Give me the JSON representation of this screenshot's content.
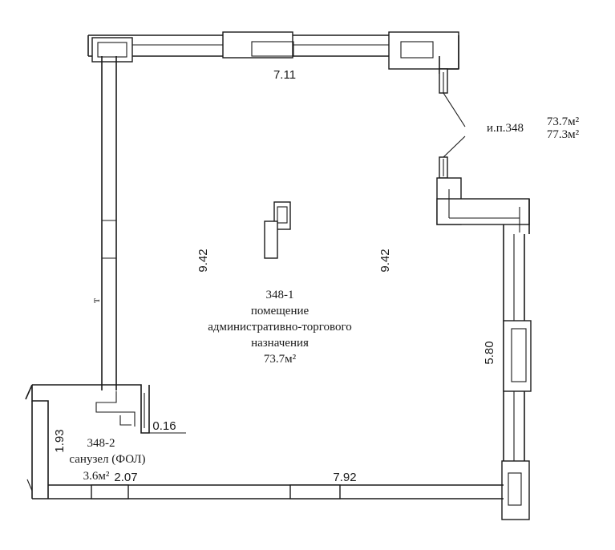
{
  "rooms": {
    "main": {
      "number": "348-1",
      "name_line1": "помещение",
      "name_line2": "административно-торгового",
      "name_line3": "назначения",
      "area": "73.7м²"
    },
    "wc": {
      "number": "348-2",
      "name": "санузел (ФОЛ)",
      "area": "3.6м²"
    }
  },
  "totals": {
    "label": "и.п.348",
    "area_1": "73.7м²",
    "area_2": "77.3м²"
  },
  "dimensions": {
    "top": "7.11",
    "left_height": "9.42",
    "right_height": "9.42",
    "right_lower": "5.80",
    "bottom_long": "7.92",
    "bottom_short": "2.07",
    "wc_height": "1.93",
    "wc_niche": "0.16"
  }
}
